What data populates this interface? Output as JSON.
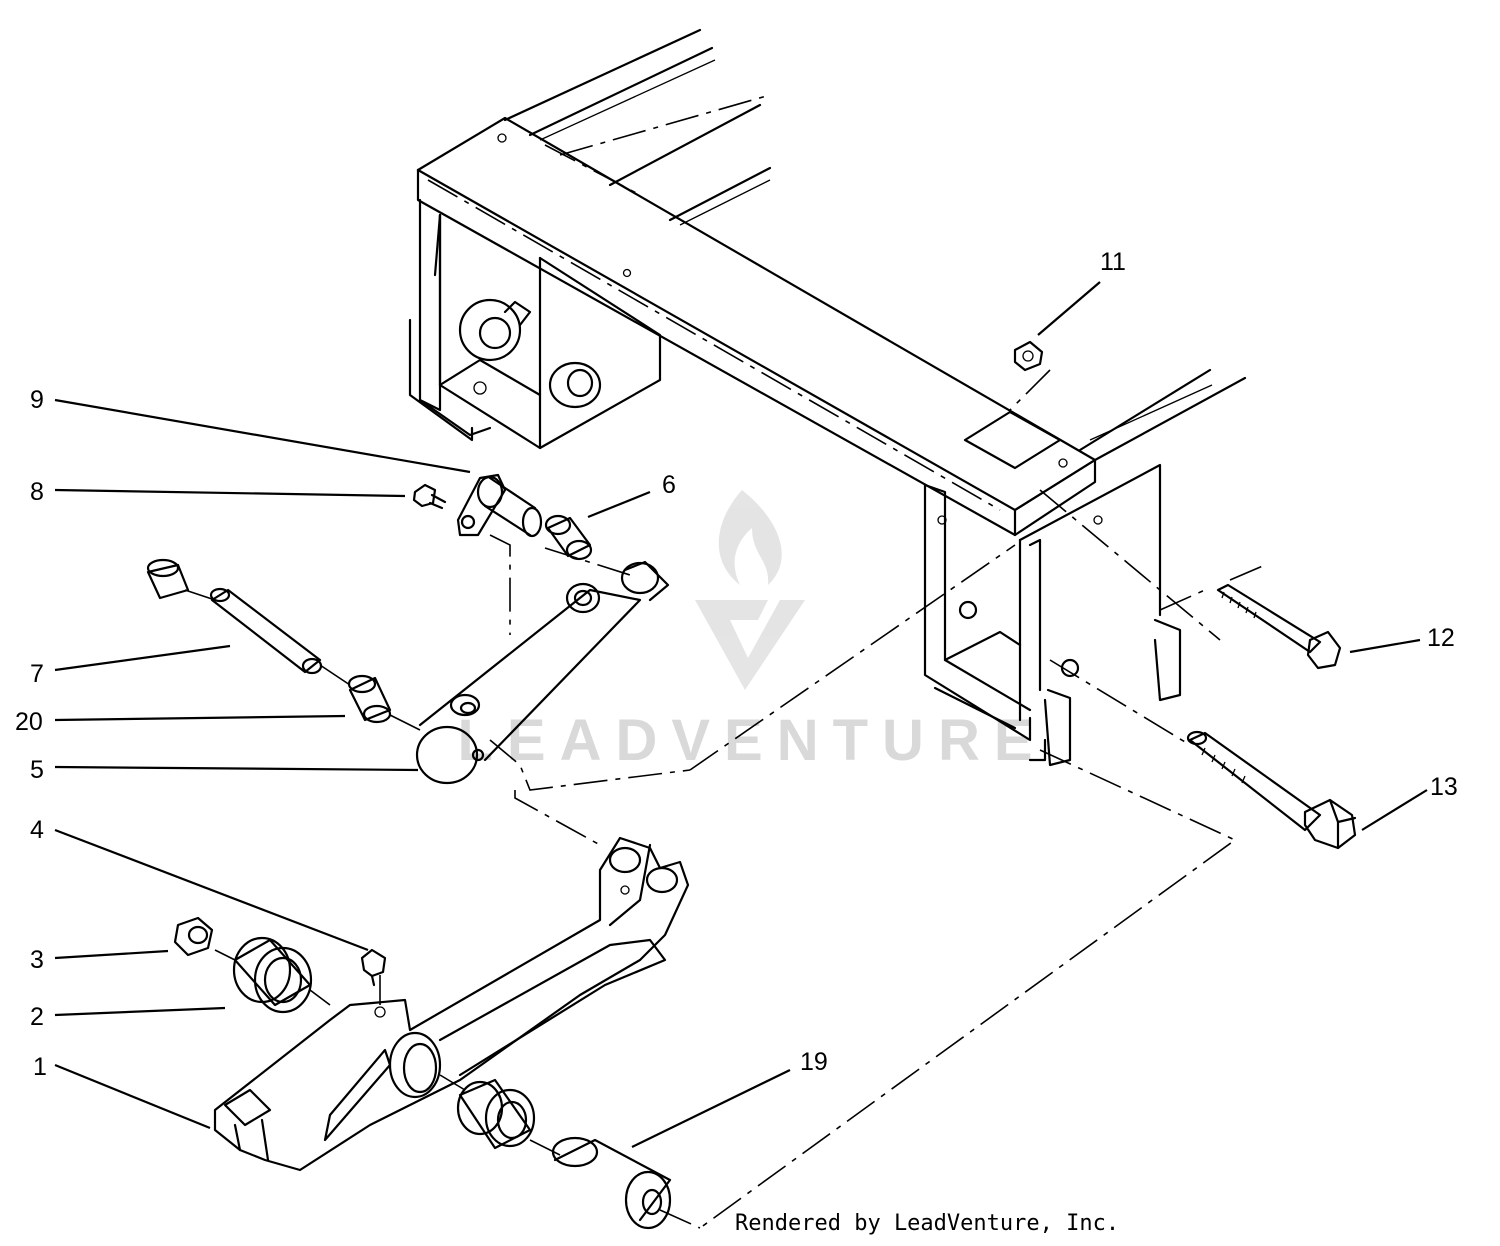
{
  "diagram": {
    "callouts": [
      {
        "id": "1",
        "label": "1"
      },
      {
        "id": "2",
        "label": "2"
      },
      {
        "id": "3",
        "label": "3"
      },
      {
        "id": "4",
        "label": "4"
      },
      {
        "id": "5",
        "label": "5"
      },
      {
        "id": "6",
        "label": "6"
      },
      {
        "id": "7",
        "label": "7"
      },
      {
        "id": "8",
        "label": "8"
      },
      {
        "id": "9",
        "label": "9"
      },
      {
        "id": "11",
        "label": "11"
      },
      {
        "id": "12",
        "label": "12"
      },
      {
        "id": "13",
        "label": "13"
      },
      {
        "id": "19",
        "label": "19"
      },
      {
        "id": "20",
        "label": "20"
      }
    ],
    "watermark": "LEADVENTURE",
    "credit": "Rendered by LeadVenture, Inc."
  }
}
